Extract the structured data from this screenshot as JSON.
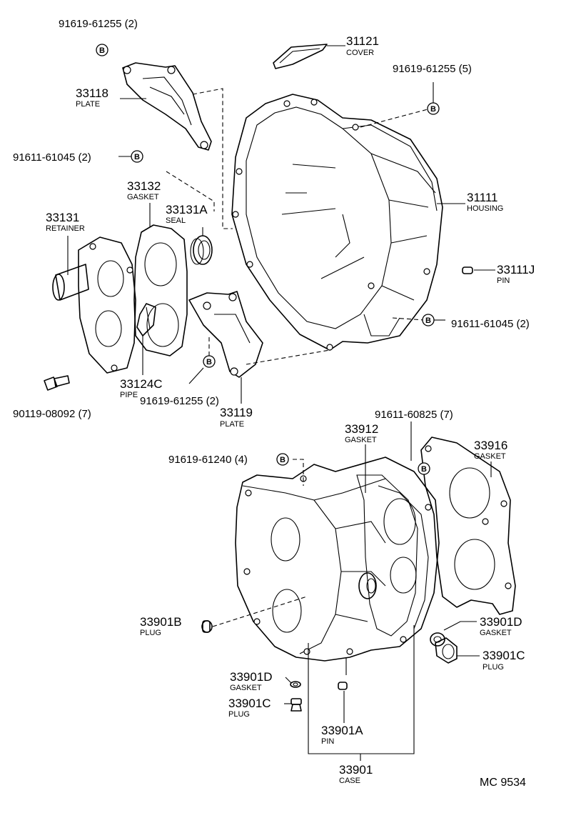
{
  "diagram_code": "MC 9534",
  "bolt_symbol": "B",
  "callouts": {
    "c31121": {
      "number": "31121",
      "name": "COVER"
    },
    "c33118": {
      "number": "33118",
      "name": "PLATE"
    },
    "c33132": {
      "number": "33132",
      "name": "GASKET"
    },
    "c33131A": {
      "number": "33131A",
      "name": "SEAL"
    },
    "c33131": {
      "number": "33131",
      "name": "RETAINER"
    },
    "c31111": {
      "number": "31111",
      "name": "HOUSING"
    },
    "c33111J": {
      "number": "33111J",
      "name": "PIN"
    },
    "c33124C": {
      "number": "33124C",
      "name": "PIPE"
    },
    "c33119": {
      "number": "33119",
      "name": "PLATE"
    },
    "c33912": {
      "number": "33912",
      "name": "GASKET"
    },
    "c33916": {
      "number": "33916",
      "name": "GASKET"
    },
    "c33901B": {
      "number": "33901B",
      "name": "PLUG"
    },
    "c33901D_r": {
      "number": "33901D",
      "name": "GASKET"
    },
    "c33901C_r": {
      "number": "33901C",
      "name": "PLUG"
    },
    "c33901D_l": {
      "number": "33901D",
      "name": "GASKET"
    },
    "c33901C_l": {
      "number": "33901C",
      "name": "PLUG"
    },
    "c33901A": {
      "number": "33901A",
      "name": "PIN"
    },
    "c33901": {
      "number": "33901",
      "name": "CASE"
    }
  },
  "bolt_refs": {
    "r1": "91619-61255 (2)",
    "r2": "91619-61255 (5)",
    "r3": "91611-61045 (2)",
    "r4": "91611-61045 (2)",
    "r5": "91619-61255 (2)",
    "r6": "90119-08092 (7)",
    "r7": "91611-60825 (7)",
    "r8": "91619-61240 (4)"
  }
}
